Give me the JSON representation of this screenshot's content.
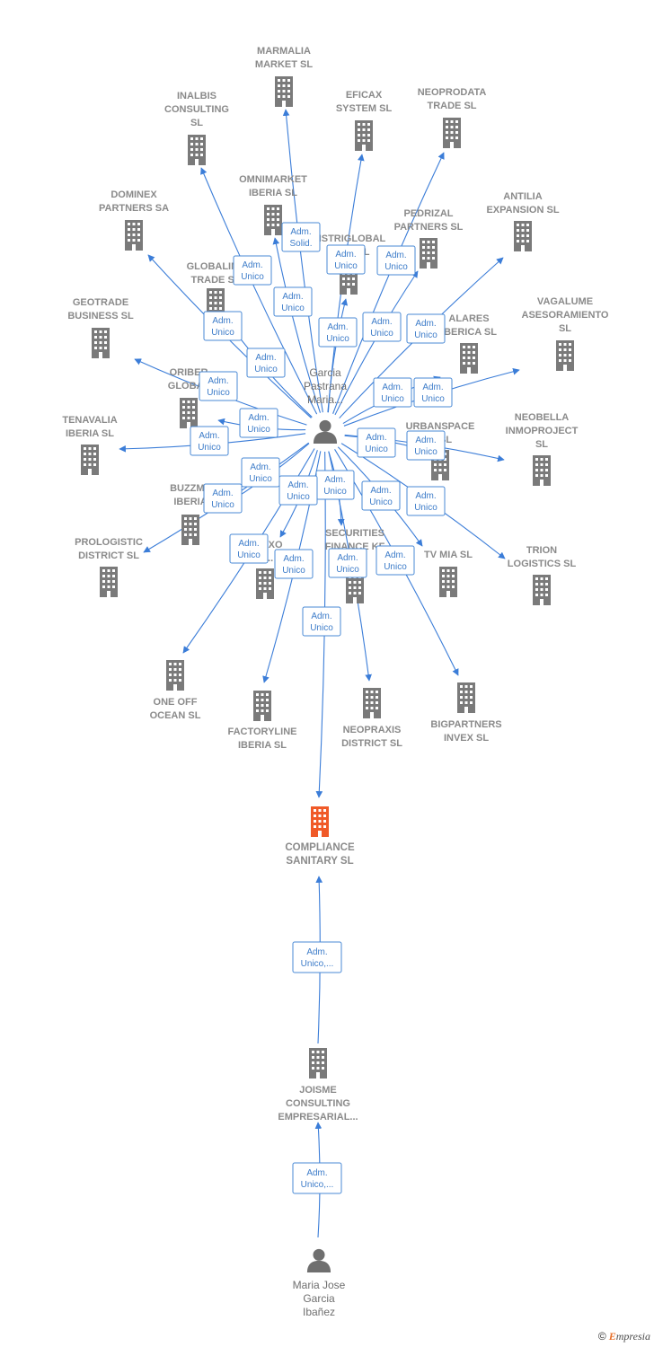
{
  "colors": {
    "edge": "#3b7dd8",
    "building": "#7a7a7a",
    "highlight": "#f05a28",
    "person": "#6f6f6f"
  },
  "hub": {
    "name": [
      "Garcia",
      "Pastrana",
      "Maria..."
    ]
  },
  "companies": [
    {
      "id": "marmalia",
      "label": [
        "MARMALIA",
        "MARKET SL"
      ]
    },
    {
      "id": "inalbis",
      "label": [
        "INALBIS",
        "CONSULTING",
        "SL"
      ]
    },
    {
      "id": "eficax",
      "label": [
        "EFICAX",
        "SYSTEM SL"
      ]
    },
    {
      "id": "neoprodata",
      "label": [
        "NEOPRODATA",
        "TRADE SL"
      ]
    },
    {
      "id": "dominex",
      "label": [
        "DOMINEX",
        "PARTNERS SA"
      ]
    },
    {
      "id": "omnimarket",
      "label": [
        "OMNIMARKET",
        "IBERIA SL"
      ]
    },
    {
      "id": "antilia",
      "label": [
        "ANTILIA",
        "EXPANSION SL"
      ]
    },
    {
      "id": "distriglobal",
      "label": [
        "DISTRIGLOBAL",
        "EXP... SL"
      ]
    },
    {
      "id": "pedrizal",
      "label": [
        "PEDRIZAL",
        "PARTNERS SL"
      ]
    },
    {
      "id": "globalinv",
      "label": [
        "GLOBALINV",
        "TRADE SL"
      ]
    },
    {
      "id": "geotrade",
      "label": [
        "GEOTRADE",
        "BUSINESS SL"
      ]
    },
    {
      "id": "vagalume",
      "label": [
        "VAGALUME",
        "ASESORAMIENTO",
        "SL"
      ]
    },
    {
      "id": "alares",
      "label": [
        "ALARES",
        "IBERICA SL"
      ]
    },
    {
      "id": "oriber",
      "label": [
        "ORIBER",
        "GLOBAL"
      ]
    },
    {
      "id": "tenavalia",
      "label": [
        "TENAVALIA",
        "IBERIA SL"
      ]
    },
    {
      "id": "urbanspace",
      "label": [
        "URBANSPACE",
        "... SL"
      ]
    },
    {
      "id": "neobella",
      "label": [
        "NEOBELLA",
        "INMOPROJECT",
        "SL"
      ]
    },
    {
      "id": "buzzme",
      "label": [
        "BUZZME",
        "IBERIA"
      ]
    },
    {
      "id": "prologistic",
      "label": [
        "PROLOGISTIC",
        "DISTRICT SL"
      ]
    },
    {
      "id": "securities",
      "label": [
        "SECURITIES",
        "FINANCE KF"
      ]
    },
    {
      "id": "anexo",
      "label": [
        "ANEXO",
        "M..."
      ]
    },
    {
      "id": "tvmia",
      "label": [
        "TV MIA SL"
      ]
    },
    {
      "id": "trion",
      "label": [
        "TRION",
        "LOGISTICS SL"
      ]
    },
    {
      "id": "oneoff",
      "label": [
        "ONE OFF",
        "OCEAN SL"
      ]
    },
    {
      "id": "factoryline",
      "label": [
        "FACTORYLINE",
        "IBERIA SL"
      ]
    },
    {
      "id": "neopraxis",
      "label": [
        "NEOPRAXIS",
        "DISTRICT SL"
      ]
    },
    {
      "id": "bigpartners",
      "label": [
        "BIGPARTNERS",
        "INVEX SL"
      ]
    },
    {
      "id": "compliance",
      "label": [
        "COMPLIANCE",
        "SANITARY SL"
      ],
      "highlight": true
    },
    {
      "id": "joisme",
      "label": [
        "JOISME",
        "CONSULTING",
        "EMPRESARIAL..."
      ]
    }
  ],
  "persons": [
    {
      "id": "hub",
      "label": [
        "Garcia",
        "Pastrana",
        "Maria..."
      ]
    },
    {
      "id": "mariajose",
      "label": [
        "Maria Jose",
        "Garcia",
        "Ibañez"
      ]
    }
  ],
  "edge_labels": {
    "unico": [
      "Adm.",
      "Unico"
    ],
    "solid": [
      "Adm.",
      "Solid."
    ],
    "unico_trunc": [
      "Adm.",
      "Unico,..."
    ]
  },
  "footer": {
    "copyright_symbol": "©",
    "brand_initial": "E",
    "brand_rest": "mpresia"
  }
}
